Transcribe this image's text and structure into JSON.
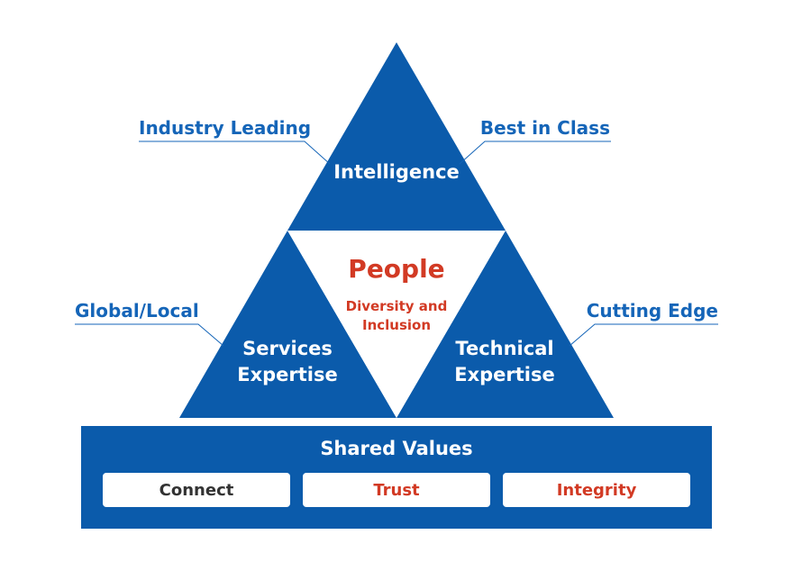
{
  "colors": {
    "primary_blue": "#0b5bab",
    "label_blue": "#1565b8",
    "accent_red": "#d23a24",
    "dark_text": "#333333",
    "white": "#ffffff"
  },
  "triangles": {
    "top": {
      "label": "Intelligence"
    },
    "left": {
      "line1": "Services",
      "line2": "Expertise"
    },
    "right": {
      "line1": "Technical",
      "line2": "Expertise"
    },
    "center": {
      "title": "People",
      "line1": "Diversity and",
      "line2": "Inclusion"
    }
  },
  "callouts": {
    "industry_leading": "Industry Leading",
    "best_in_class": "Best in Class",
    "global_local": "Global/Local",
    "cutting_edge": "Cutting Edge"
  },
  "shared_values": {
    "title": "Shared Values",
    "items": [
      {
        "label": "Connect",
        "color": "#333333"
      },
      {
        "label": "Trust",
        "color": "#d23a24"
      },
      {
        "label": "Integrity",
        "color": "#d23a24"
      }
    ]
  }
}
